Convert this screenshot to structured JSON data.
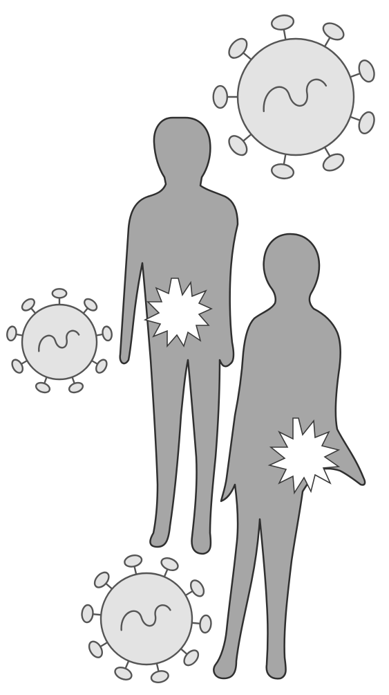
{
  "illustration": {
    "colors": {
      "background": "#ffffff",
      "silhouette_fill": "#a6a6a6",
      "silhouette_outline": "#2f2f2f",
      "virus_fill": "#e3e3e3",
      "virus_outline": "#555555",
      "burst_fill": "#ffffff"
    },
    "figures": [
      "male-silhouette",
      "female-silhouette"
    ],
    "virus_particles": [
      "virus-particle-large",
      "virus-particle-medium",
      "virus-particle-small"
    ],
    "infection_marks": [
      "male-infection-burst",
      "female-infection-burst"
    ]
  }
}
